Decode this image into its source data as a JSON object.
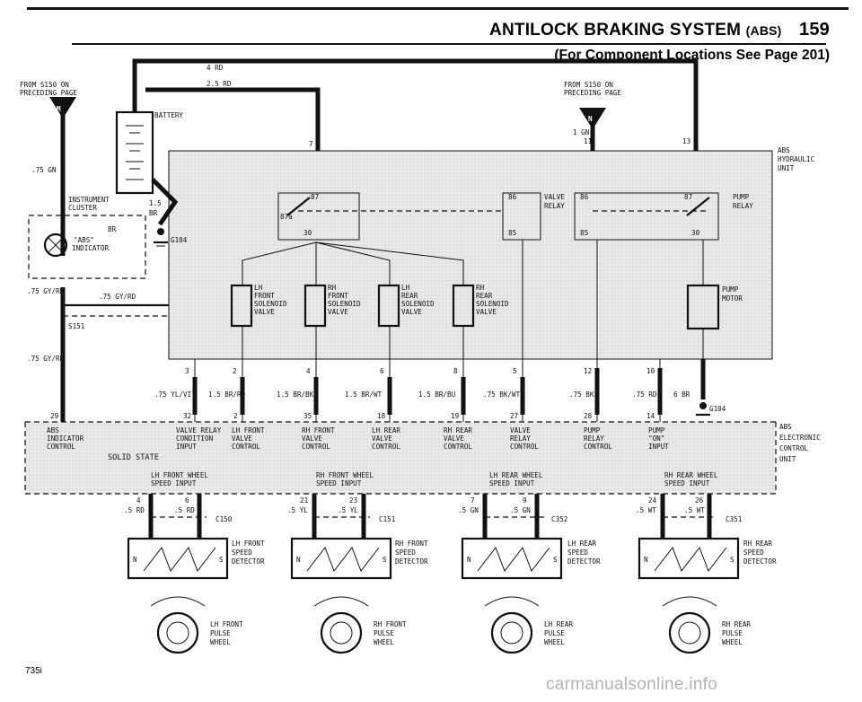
{
  "header": {
    "title": "ANTILOCK BRAKING SYSTEM",
    "title_abbr": "(ABS)",
    "page_number": "159",
    "subtitle": "(For Component Locations See Page 201)"
  },
  "footer": {
    "model": "735i"
  },
  "watermark": "carmanualsonline.info",
  "labels": {
    "from_s150_left": [
      "FROM S150 ON",
      "PRECEDING PAGE"
    ],
    "from_s150_right": [
      "FROM S150 ON",
      "PRECEDING PAGE"
    ],
    "connector_m": "M",
    "connector_n": "N",
    "wire_4rd": "4 RD",
    "wire_25rd": "2.5 RD",
    "battery": "BATTERY",
    "wire_75gn": ".75 GN",
    "instrument_cluster": [
      "INSTRUMENT",
      "CLUSTER"
    ],
    "abs_indicator": [
      "\"ABS\"",
      "INDICATOR"
    ],
    "wire_15br": [
      "1.5",
      "BR"
    ],
    "br": "BR",
    "g104": "G104",
    "wire_75gyrd_a": ".75 GY/RD",
    "wire_75gyrd_b": ".75 GY/RD",
    "wire_75gyrd_c": ".75 GY/RD",
    "s151": "S151",
    "wire_1gn": "1 GN",
    "abs_hydraulic_unit": [
      "ABS",
      "HYDRAULIC",
      "UNIT"
    ],
    "valve_relay": [
      "VALVE",
      "RELAY"
    ],
    "pump_relay": [
      "PUMP",
      "RELAY"
    ],
    "pump_motor": [
      "PUMP",
      "MOTOR"
    ],
    "sol_lh_front": [
      "LH",
      "FRONT",
      "SOLENOID",
      "VALVE"
    ],
    "sol_rh_front": [
      "RH",
      "FRONT",
      "SOLENOID",
      "VALVE"
    ],
    "sol_lh_rear": [
      "LH",
      "REAR",
      "SOLENOID",
      "VALVE"
    ],
    "sol_rh_rear": [
      "RH",
      "REAR",
      "SOLENOID",
      "VALVE"
    ],
    "relay_pins": [
      "87",
      "87a",
      "30",
      "86",
      "85",
      "86",
      "85",
      "87",
      "30"
    ],
    "pins_top": [
      "7",
      "11",
      "13"
    ],
    "pins_mid": [
      "3",
      "2",
      "4",
      "6",
      "8",
      "5",
      "12",
      "10"
    ],
    "wires_mid": [
      ".75 YL/VI",
      "1.5 BR/RD",
      "1.5 BR/BK",
      "1.5 BR/WT",
      "1.5 BR/BU",
      ".75 BK/WT",
      ".75 BK",
      ".75 RD",
      "6 BR"
    ],
    "pins_ecu": [
      "29",
      "32",
      "2",
      "35",
      "18",
      "19",
      "27",
      "28",
      "14"
    ],
    "ecu_cols": [
      [
        "ABS",
        "INDICATOR",
        "CONTROL"
      ],
      [
        "VALVE RELAY",
        "CONDITION",
        "INPUT"
      ],
      [
        "LH FRONT",
        "VALVE",
        "CONTROL"
      ],
      [
        "RH FRONT",
        "VALVE",
        "CONTROL"
      ],
      [
        "LH REAR",
        "VALVE",
        "CONTROL"
      ],
      [
        "RH REAR",
        "VALVE",
        "CONTROL"
      ],
      [
        "VALVE",
        "RELAY",
        "CONTROL"
      ],
      [
        "PUMP",
        "RELAY",
        "CONTROL"
      ],
      [
        "PUMP",
        "\"ON\"",
        "INPUT"
      ]
    ],
    "solid_state": "SOLID STATE",
    "speed_inputs": [
      [
        "LH FRONT WHEEL",
        "SPEED INPUT"
      ],
      [
        "RH FRONT WHEEL",
        "SPEED INPUT"
      ],
      [
        "LH REAR WHEEL",
        "SPEED INPUT"
      ],
      [
        "RH REAR WHEEL",
        "SPEED INPUT"
      ]
    ],
    "abs_electronic_control_unit": [
      "ABS",
      "ELECTRONIC",
      "CONTROL",
      "UNIT"
    ],
    "sensor_pins": [
      "4",
      "6",
      "21",
      "23",
      "7",
      "9",
      "24",
      "26"
    ],
    "sensor_wires": [
      ".5 RD",
      ".5 RD",
      ".5 YL",
      ".5 YL",
      ".5 GN",
      ".5 GN",
      ".5 WT",
      ".5 WT"
    ],
    "shields": [
      "C150",
      "C151",
      "C352",
      "C351"
    ],
    "speed_detectors": [
      [
        "LH FRONT",
        "SPEED",
        "DETECTOR"
      ],
      [
        "RH FRONT",
        "SPEED",
        "DETECTOR"
      ],
      [
        "LH REAR",
        "SPEED",
        "DETECTOR"
      ],
      [
        "RH REAR",
        "SPEED",
        "DETECTOR"
      ]
    ],
    "pulse_wheels": [
      [
        "LH FRONT",
        "PULSE",
        "WHEEL"
      ],
      [
        "RH FRONT",
        "PULSE",
        "WHEEL"
      ],
      [
        "LH REAR",
        "PULSE",
        "WHEEL"
      ],
      [
        "RH REAR",
        "PULSE",
        "WHEEL"
      ]
    ],
    "sensor_pole_n": "N",
    "sensor_pole_s": "S"
  }
}
